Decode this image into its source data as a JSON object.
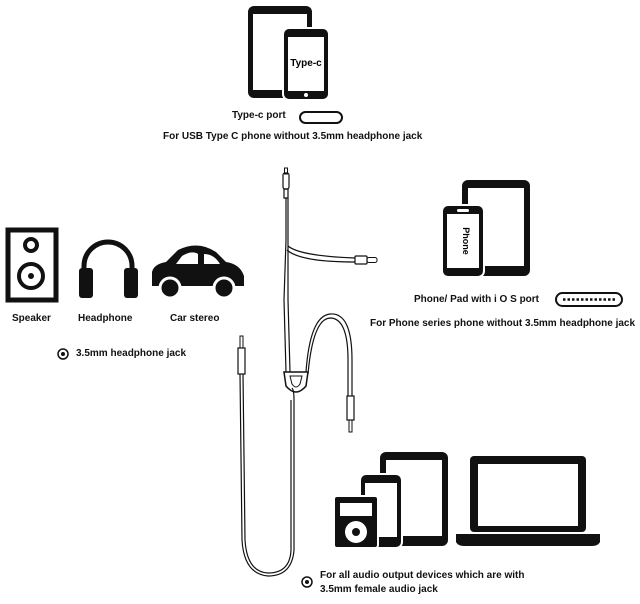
{
  "top": {
    "device_label": "Type-c",
    "port_label": "Type-c port",
    "caption": "For USB Type C phone without 3.5mm headphone jack"
  },
  "right": {
    "device_label": "Phone",
    "port_label": "Phone/ Pad with i O S port",
    "caption": "For  Phone series phone without 3.5mm headphone jack"
  },
  "left": {
    "devices": [
      "Speaker",
      "Headphone",
      "Car stereo"
    ],
    "jack_label": "3.5mm headphone jack"
  },
  "bottom": {
    "caption_line1": "For all audio output devices which are with",
    "caption_line2": "3.5mm female audio jack"
  },
  "icons": [
    "tablet-icon",
    "phone-icon",
    "usb-c-port-icon",
    "lightning-port-icon",
    "speaker-icon",
    "headphone-icon",
    "car-icon",
    "audio-jack-icon",
    "music-player-icon",
    "laptop-icon",
    "cable-icon"
  ]
}
